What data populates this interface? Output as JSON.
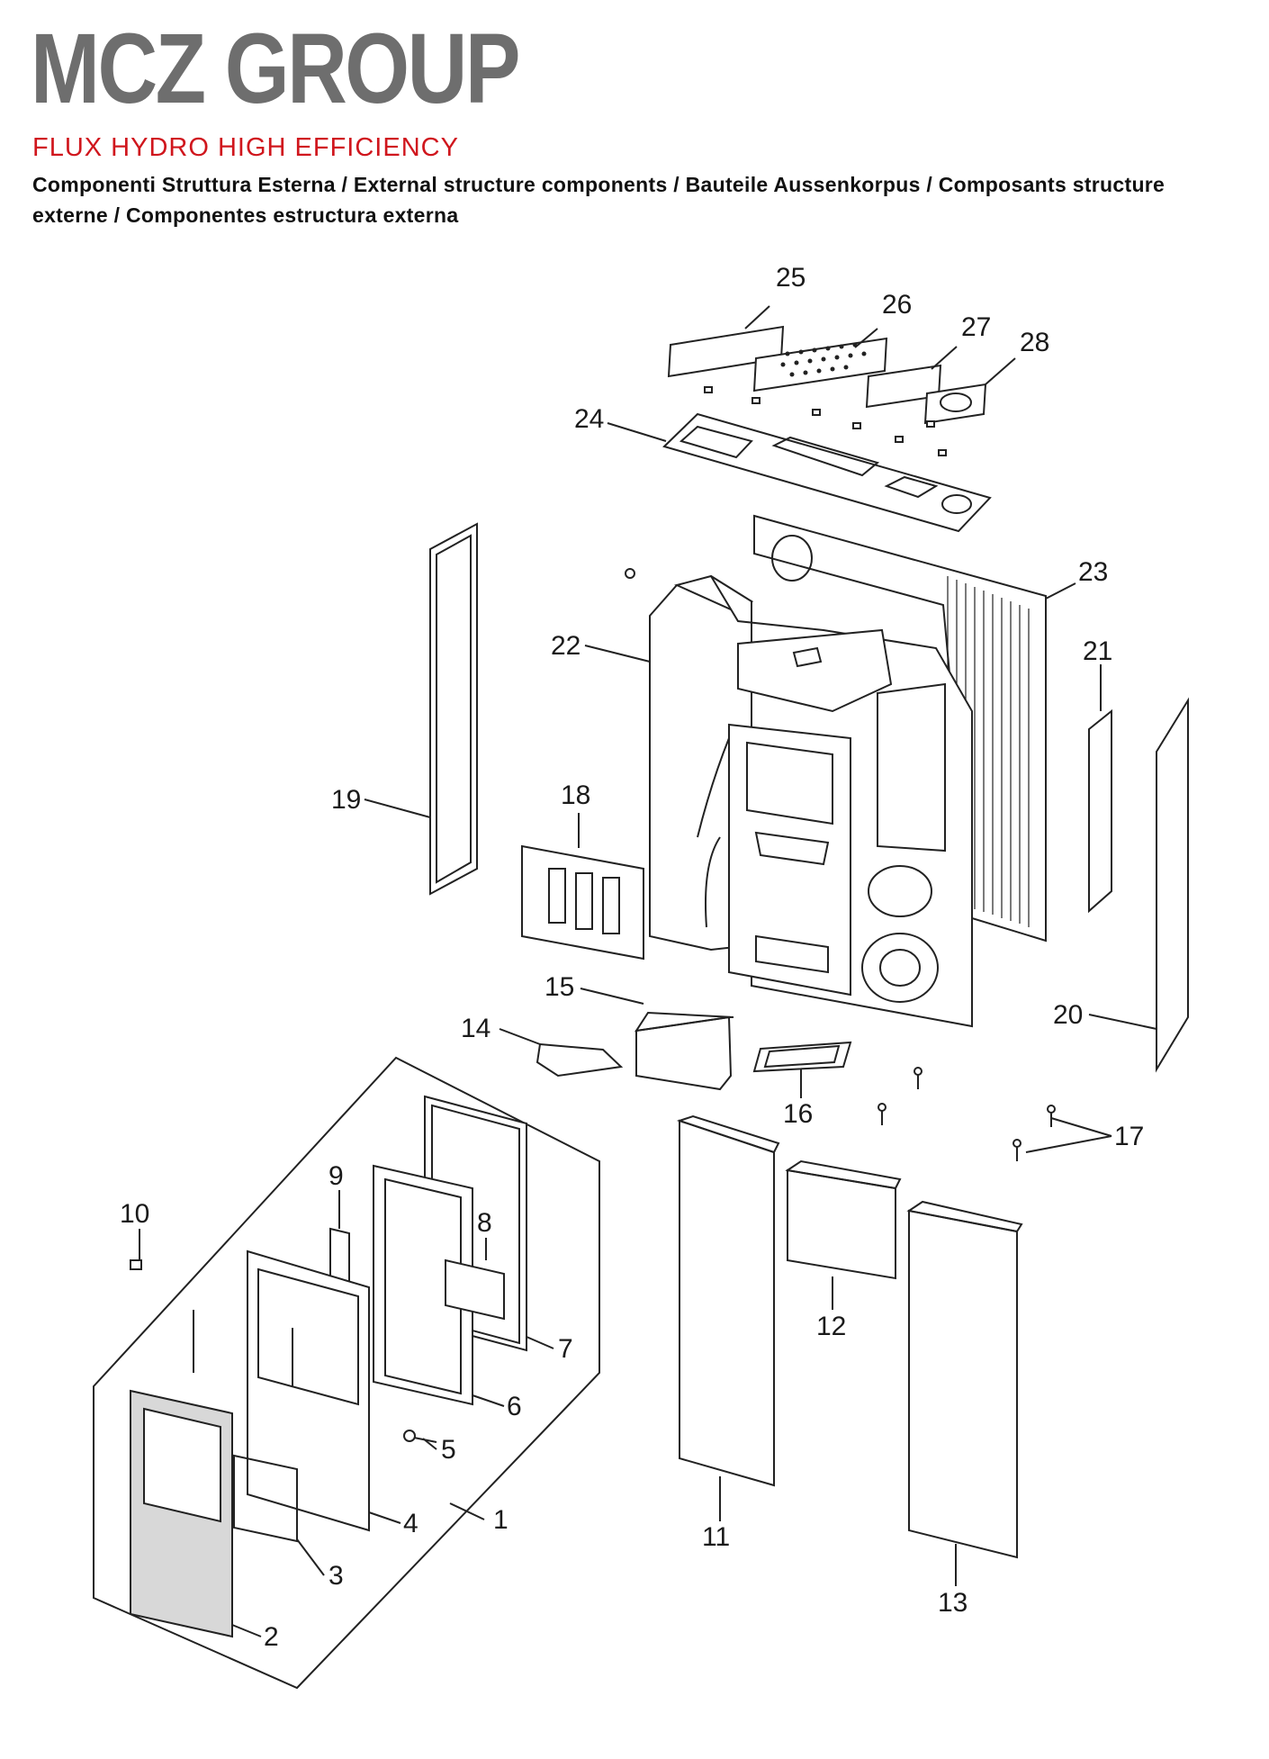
{
  "header": {
    "brand": "MCZ GROUP",
    "product": "FLUX HYDRO HIGH EFFICIENCY",
    "subtitle": "Componenti Struttura Esterna / External structure components / Bauteile Aussenkorpus / Composants structure externe / Componentes estructura externa"
  },
  "callouts": {
    "c1": "1",
    "c2": "2",
    "c3": "3",
    "c4": "4",
    "c5": "5",
    "c6": "6",
    "c7": "7",
    "c8": "8",
    "c9": "9",
    "c10": "10",
    "c11": "11",
    "c12": "12",
    "c13": "13",
    "c14": "14",
    "c15": "15",
    "c16": "16",
    "c17": "17",
    "c18": "18",
    "c19": "19",
    "c20": "20",
    "c21": "21",
    "c22": "22",
    "c23": "23",
    "c24": "24",
    "c25": "25",
    "c26": "26",
    "c27": "27",
    "c28": "28"
  },
  "colors": {
    "brand": "#6e6e6e",
    "product": "#d0161d",
    "text": "#111111",
    "line": "#222222",
    "glass": "#d8d8d8"
  }
}
